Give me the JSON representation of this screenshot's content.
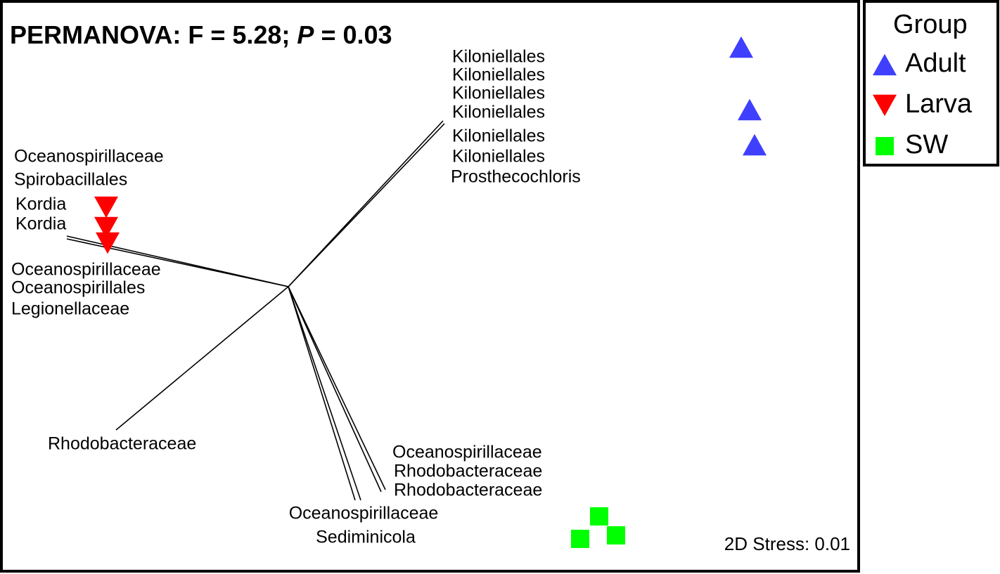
{
  "chart_data": {
    "type": "scatter",
    "plot": "nMDS ordination with taxa vectors",
    "statistic": {
      "prefix": "PERMANOVA: F = 5.28; ",
      "p_symbol": "P",
      "p_suffix": " = 0.03"
    },
    "stress": "2D Stress: 0.01",
    "legend": {
      "title": "Group",
      "placement": "right-outside",
      "entries": [
        {
          "name": "Adult",
          "marker": "triangle-up",
          "color": "#3f3fff"
        },
        {
          "name": "Larva",
          "marker": "triangle-down",
          "color": "#ff0000"
        },
        {
          "name": "SW",
          "marker": "square",
          "color": "#00ff00"
        }
      ]
    },
    "series": [
      {
        "name": "Adult",
        "points": [
          [
            1054,
            67
          ],
          [
            1066,
            156
          ],
          [
            1073,
            206
          ]
        ]
      },
      {
        "name": "Larva",
        "points": [
          [
            151,
            295
          ],
          [
            151,
            324
          ],
          [
            153,
            346
          ]
        ]
      },
      {
        "name": "SW",
        "points": [
          [
            852,
            735
          ],
          [
            825,
            767
          ],
          [
            876,
            762
          ]
        ]
      }
    ],
    "vectors": {
      "origin": [
        410,
        408
      ],
      "ends": [
        [
          630,
          172
        ],
        [
          632,
          176
        ],
        [
          95,
          336
        ],
        [
          95,
          340
        ],
        [
          165,
          612
        ],
        [
          505,
          712
        ],
        [
          513,
          712
        ],
        [
          542,
          700
        ],
        [
          548,
          697
        ]
      ]
    },
    "taxa_labels": [
      {
        "text": "Kiloniellales",
        "pos": [
          643,
          82
        ],
        "anchor": "start"
      },
      {
        "text": "Kiloniellales",
        "pos": [
          643,
          108
        ],
        "anchor": "start"
      },
      {
        "text": "Kiloniellales",
        "pos": [
          643,
          134
        ],
        "anchor": "start"
      },
      {
        "text": "Kiloniellales",
        "pos": [
          643,
          161
        ],
        "anchor": "start"
      },
      {
        "text": "Kiloniellales",
        "pos": [
          643,
          195
        ],
        "anchor": "start"
      },
      {
        "text": "Kiloniellales",
        "pos": [
          643,
          224
        ],
        "anchor": "start"
      },
      {
        "text": "Prosthecochloris",
        "pos": [
          641,
          253
        ],
        "anchor": "start"
      },
      {
        "text": "Oceanospirillaceae",
        "pos": [
          20,
          224
        ],
        "anchor": "start"
      },
      {
        "text": "Spirobacillales",
        "pos": [
          20,
          257
        ],
        "anchor": "start"
      },
      {
        "text": "Kordia",
        "pos": [
          22,
          292
        ],
        "anchor": "start"
      },
      {
        "text": "Kordia",
        "pos": [
          22,
          320
        ],
        "anchor": "start"
      },
      {
        "text": "Oceanospirillaceae",
        "pos": [
          16,
          385
        ],
        "anchor": "start"
      },
      {
        "text": "Oceanospirillales",
        "pos": [
          16,
          411
        ],
        "anchor": "start"
      },
      {
        "text": "Legionellaceae",
        "pos": [
          16,
          441
        ],
        "anchor": "start"
      },
      {
        "text": "Rhodobacteraceae",
        "pos": [
          68,
          633
        ],
        "anchor": "start"
      },
      {
        "text": "Oceanospirillaceae",
        "pos": [
          558,
          645
        ],
        "anchor": "start"
      },
      {
        "text": "Rhodobacteraceae",
        "pos": [
          560,
          672
        ],
        "anchor": "start"
      },
      {
        "text": "Rhodobacteraceae",
        "pos": [
          560,
          699
        ],
        "anchor": "start"
      },
      {
        "text": "Oceanospirillaceae",
        "pos": [
          517,
          732
        ],
        "anchor": "middle"
      },
      {
        "text": "Sediminicola",
        "pos": [
          520,
          766
        ],
        "anchor": "middle"
      }
    ],
    "grid": false
  }
}
